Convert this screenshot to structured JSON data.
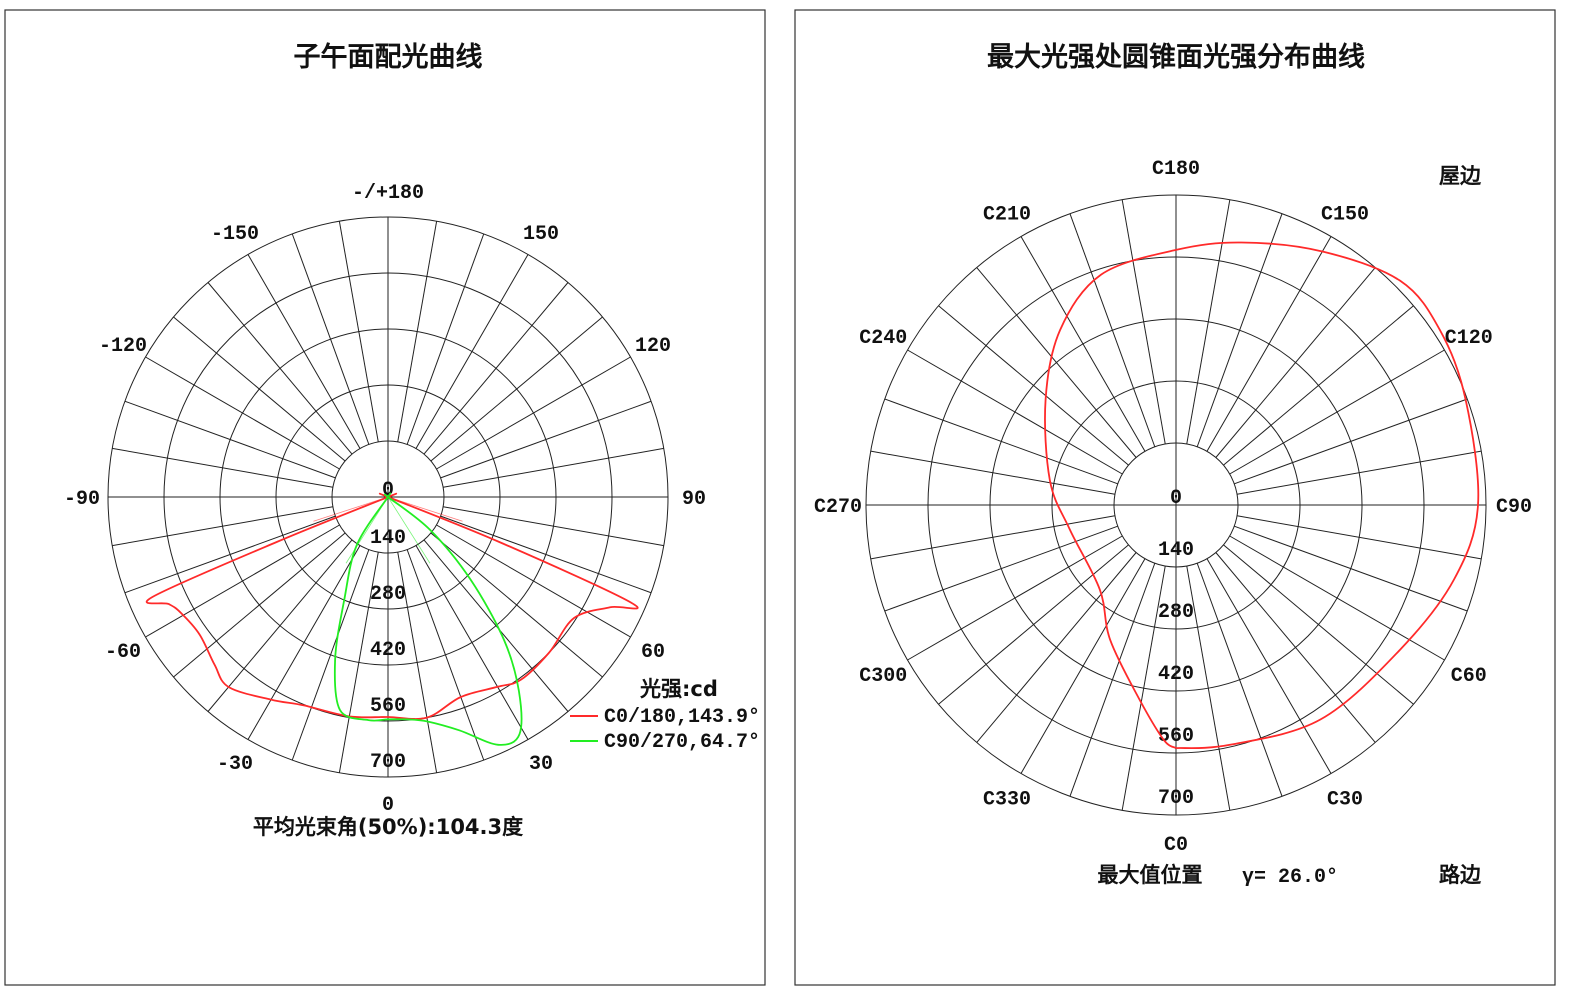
{
  "chart_data": [
    {
      "type": "polar-line",
      "title": "子午面配光曲线",
      "radial_range": [
        0,
        700
      ],
      "radial_ticks": [
        "0",
        "140",
        "280",
        "420",
        "560",
        "700"
      ],
      "spoke_step_deg": 10,
      "angle_labels": [
        {
          "angle": 0,
          "label": "0"
        },
        {
          "angle": 30,
          "label": "30"
        },
        {
          "angle": 60,
          "label": "60"
        },
        {
          "angle": 90,
          "label": "90"
        },
        {
          "angle": 120,
          "label": "120"
        },
        {
          "angle": 150,
          "label": "150"
        },
        {
          "angle": 180,
          "label": "-/+180"
        },
        {
          "angle": -150,
          "label": "-150"
        },
        {
          "angle": -120,
          "label": "-120"
        },
        {
          "angle": -90,
          "label": "-90"
        },
        {
          "angle": -60,
          "label": "-60"
        },
        {
          "angle": -30,
          "label": "-30"
        }
      ],
      "unit_label": "光强:cd",
      "series": [
        {
          "name": "C0/180,143.9°",
          "color": "#ff2a2a",
          "beam_angle": 143.9,
          "points": [
            [
              -70,
              0
            ],
            [
              -68,
              300
            ],
            [
              -67,
              640
            ],
            [
              -64,
              610
            ],
            [
              -61,
              594
            ],
            [
              -54,
              583
            ],
            [
              -46,
              603
            ],
            [
              -40,
              620
            ],
            [
              -30,
              585
            ],
            [
              -22,
              562
            ],
            [
              -10,
              557
            ],
            [
              0,
              550
            ],
            [
              10,
              560
            ],
            [
              20,
              532
            ],
            [
              30,
              548
            ],
            [
              36,
              565
            ],
            [
              46,
              560
            ],
            [
              57,
              555
            ],
            [
              63.6,
              620
            ],
            [
              66.5,
              665
            ],
            [
              68,
              300
            ],
            [
              70,
              0
            ]
          ]
        },
        {
          "name": "C90/270,64.7°",
          "color": "#22ee22",
          "beam_angle": 64.7,
          "points": [
            [
              -40,
              0
            ],
            [
              -33,
              143
            ],
            [
              -23,
              280
            ],
            [
              -18,
              428
            ],
            [
              -12.7,
              546
            ],
            [
              -5,
              560
            ],
            [
              0,
              556
            ],
            [
              5,
              558
            ],
            [
              10,
              570
            ],
            [
              17,
              610
            ],
            [
              24,
              678
            ],
            [
              29,
              678
            ],
            [
              34,
              585
            ],
            [
              39,
              462
            ],
            [
              45,
              292
            ],
            [
              52,
              134
            ],
            [
              60,
              0
            ]
          ]
        }
      ],
      "footer": "平均光束角(50%):104.3度"
    },
    {
      "type": "polar-line",
      "title": "最大光强处圆锥面光强分布曲线",
      "radial_range": [
        0,
        700
      ],
      "radial_ticks": [
        "0",
        "140",
        "280",
        "420",
        "560",
        "700"
      ],
      "spoke_step_deg": 10,
      "angle_labels": [
        {
          "angle": 0,
          "label": "C0"
        },
        {
          "angle": 30,
          "label": "C30"
        },
        {
          "angle": 60,
          "label": "C60"
        },
        {
          "angle": 90,
          "label": "C90"
        },
        {
          "angle": 120,
          "label": "C120"
        },
        {
          "angle": 150,
          "label": "C150"
        },
        {
          "angle": 180,
          "label": "C180"
        },
        {
          "angle": 210,
          "label": "C210"
        },
        {
          "angle": 240,
          "label": "C240"
        },
        {
          "angle": 270,
          "label": "C270"
        },
        {
          "angle": 300,
          "label": "C300"
        },
        {
          "angle": 330,
          "label": "C330"
        }
      ],
      "corner_labels": {
        "top": "屋边",
        "bottom": "路边"
      },
      "series": [
        {
          "name": "gamma 26.0",
          "color": "#ff2a2a",
          "points": [
            [
              0,
              549
            ],
            [
              12.7,
              555
            ],
            [
              34,
              584
            ],
            [
              57,
              602
            ],
            [
              75,
              650
            ],
            [
              90,
              682
            ],
            [
              110,
              696
            ],
            [
              123.5,
              715
            ],
            [
              135,
              716
            ],
            [
              150,
              661
            ],
            [
              166,
              611
            ],
            [
              180,
              576
            ],
            [
              198,
              547
            ],
            [
              213.5,
              474
            ],
            [
              231,
              379
            ],
            [
              259,
              290
            ],
            [
              283,
              246
            ],
            [
              318,
              257
            ],
            [
              334,
              339
            ],
            [
              349.5,
              448
            ],
            [
              357,
              531
            ],
            [
              360,
              549
            ]
          ]
        }
      ],
      "footer_label": "最大值位置",
      "footer_value": "γ= 26.0°"
    }
  ]
}
